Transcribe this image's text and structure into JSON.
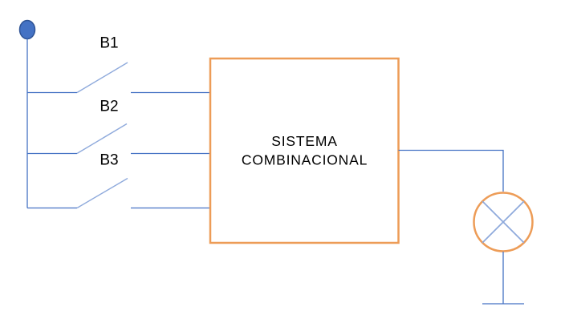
{
  "colors": {
    "background": "#ffffff",
    "wire": "#4472c4",
    "wire_light": "#8faadc",
    "accent_orange": "#ed9c57",
    "node_fill": "#4472c4",
    "node_stroke": "#2f5496",
    "text": "#000000"
  },
  "switches": [
    {
      "label": "B1"
    },
    {
      "label": "B2"
    },
    {
      "label": "B3"
    }
  ],
  "box": {
    "line1": "SISTEMA",
    "line2": "COMBINACIONAL"
  },
  "icons": {
    "source_node": "input-source-node",
    "lamp": "lamp-circle-with-x",
    "ground": "ground-terminal"
  }
}
